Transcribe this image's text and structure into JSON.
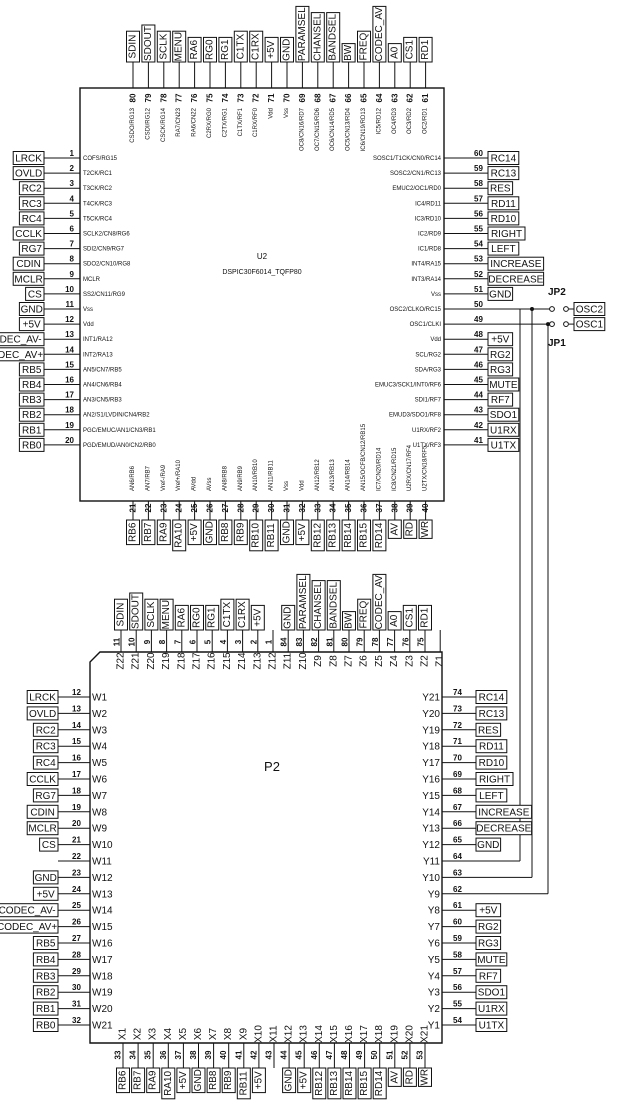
{
  "u2": {
    "refdes": "U2",
    "part": "DSPIC30F6014_TQFP80",
    "top": [
      {
        "pin": "80",
        "name": "CSDO/RG13",
        "tag": "SDIN"
      },
      {
        "pin": "79",
        "name": "CSDI/RG12",
        "tag": "SDOUT"
      },
      {
        "pin": "78",
        "name": "CSCK/RG14",
        "tag": "SCLK"
      },
      {
        "pin": "77",
        "name": "RA7/CN23",
        "tag": "MENU"
      },
      {
        "pin": "76",
        "name": "RA6/CN22",
        "tag": "RA6"
      },
      {
        "pin": "75",
        "name": "C2RX/RG0",
        "tag": "RG0"
      },
      {
        "pin": "74",
        "name": "C2TX/RG1",
        "tag": "RG1"
      },
      {
        "pin": "73",
        "name": "C1TX/RF1",
        "tag": "C1TX"
      },
      {
        "pin": "72",
        "name": "C1RX/RF0",
        "tag": "C1RX"
      },
      {
        "pin": "71",
        "name": "Vdd",
        "tag": "+5V"
      },
      {
        "pin": "70",
        "name": "Vss",
        "tag": "GND"
      },
      {
        "pin": "69",
        "name": "OC8/CN16/RD7",
        "tag": "PARAMSEL"
      },
      {
        "pin": "68",
        "name": "OC7/CN15/RD6",
        "tag": "CHANSEL"
      },
      {
        "pin": "67",
        "name": "OC6/CN14/RD5",
        "tag": "BANDSEL"
      },
      {
        "pin": "66",
        "name": "OC5/CN13/RD4",
        "tag": "BW"
      },
      {
        "pin": "65",
        "name": "IC6/CN19/RD13",
        "tag": "FREQ"
      },
      {
        "pin": "64",
        "name": "IC5/RD12",
        "tag": "CODEC_AV"
      },
      {
        "pin": "63",
        "name": "OC4/RD3",
        "tag": "A0"
      },
      {
        "pin": "62",
        "name": "OC3/RD2",
        "tag": "CS1"
      },
      {
        "pin": "61",
        "name": "OC2/RD1",
        "tag": "RD1"
      }
    ],
    "left": [
      {
        "pin": "1",
        "name": "COFS/RG15",
        "tag": "LRCK"
      },
      {
        "pin": "2",
        "name": "T2CK/RC1",
        "tag": "OVLD"
      },
      {
        "pin": "3",
        "name": "T3CK/RC2",
        "tag": "RC2"
      },
      {
        "pin": "4",
        "name": "T4CK/RC3",
        "tag": "RC3"
      },
      {
        "pin": "5",
        "name": "T5CK/RC4",
        "tag": "RC4"
      },
      {
        "pin": "6",
        "name": "SCLK2/CN8/RG6",
        "tag": "CCLK"
      },
      {
        "pin": "7",
        "name": "SDI2/CN9/RG7",
        "tag": "RG7"
      },
      {
        "pin": "8",
        "name": "SDO2/CN10/RG8",
        "tag": "CDIN"
      },
      {
        "pin": "9",
        "name": "MCLR",
        "tag": "MCLR"
      },
      {
        "pin": "10",
        "name": "SS2/CN11/RG9",
        "tag": "CS"
      },
      {
        "pin": "11",
        "name": "Vss",
        "tag": "GND"
      },
      {
        "pin": "12",
        "name": "Vdd",
        "tag": "+5V"
      },
      {
        "pin": "13",
        "name": "INT1/RA12",
        "tag": "CODEC_AV-"
      },
      {
        "pin": "14",
        "name": "INT2/RA13",
        "tag": "CODEC_AV+"
      },
      {
        "pin": "15",
        "name": "AN5/CN7/RB5",
        "tag": "RB5"
      },
      {
        "pin": "16",
        "name": "AN4/CN6/RB4",
        "tag": "RB4"
      },
      {
        "pin": "17",
        "name": "AN3/CN5/RB3",
        "tag": "RB3"
      },
      {
        "pin": "18",
        "name": "AN2/S1/LVDIN/CN4/RB2",
        "tag": "RB2"
      },
      {
        "pin": "19",
        "name": "PGC/EMUC/AN1/CN3/RB1",
        "tag": "RB1"
      },
      {
        "pin": "20",
        "name": "PGD/EMUD/AN0/CN2/RB0",
        "tag": "RB0"
      }
    ],
    "right": [
      {
        "pin": "60",
        "name": "SOSC1/T1CK/CN0/RC14",
        "tag": "RC14"
      },
      {
        "pin": "59",
        "name": "SOSC2/CN1/RC13",
        "tag": "RC13"
      },
      {
        "pin": "58",
        "name": "EMUC2/OC1/RD0",
        "tag": "RES"
      },
      {
        "pin": "57",
        "name": "IC4/RD11",
        "tag": "RD11"
      },
      {
        "pin": "56",
        "name": "IC3/RD10",
        "tag": "RD10"
      },
      {
        "pin": "55",
        "name": "IC2/RD9",
        "tag": "RIGHT"
      },
      {
        "pin": "54",
        "name": "IC1/RD8",
        "tag": "LEFT"
      },
      {
        "pin": "53",
        "name": "INT4/RA15",
        "tag": "INCREASE"
      },
      {
        "pin": "52",
        "name": "INT3/RA14",
        "tag": "DECREASE"
      },
      {
        "pin": "51",
        "name": "Vss",
        "tag": "GND"
      },
      {
        "pin": "50",
        "name": "OSC2/CLKO/RC15",
        "tag": ""
      },
      {
        "pin": "49",
        "name": "OSC1/CLKI",
        "tag": ""
      },
      {
        "pin": "48",
        "name": "Vdd",
        "tag": "+5V"
      },
      {
        "pin": "47",
        "name": "SCL/RG2",
        "tag": "RG2"
      },
      {
        "pin": "46",
        "name": "SDA/RG3",
        "tag": "RG3"
      },
      {
        "pin": "45",
        "name": "EMUC3/SCK1/INT0/RF6",
        "tag": "MUTE"
      },
      {
        "pin": "44",
        "name": "SDI1/RF7",
        "tag": "RF7"
      },
      {
        "pin": "43",
        "name": "EMUD3/SDO1/RF8",
        "tag": "SDO1"
      },
      {
        "pin": "42",
        "name": "U1RX/RF2",
        "tag": "U1RX"
      },
      {
        "pin": "41",
        "name": "U1TX/RF3",
        "tag": "U1TX"
      }
    ],
    "bottom": [
      {
        "pin": "21",
        "name": "AN6/RB6",
        "tag": "RB6"
      },
      {
        "pin": "22",
        "name": "AN7/RB7",
        "tag": "RB7"
      },
      {
        "pin": "23",
        "name": "Vref-/RA9",
        "tag": "RA9"
      },
      {
        "pin": "24",
        "name": "Vref+/RA10",
        "tag": "RA10"
      },
      {
        "pin": "25",
        "name": "AVdd",
        "tag": "+5V"
      },
      {
        "pin": "26",
        "name": "AVss",
        "tag": "GND"
      },
      {
        "pin": "27",
        "name": "AN8/RB8",
        "tag": "RB8"
      },
      {
        "pin": "28",
        "name": "AN9/RB9",
        "tag": "RB9"
      },
      {
        "pin": "29",
        "name": "AN10/RB10",
        "tag": "RB10"
      },
      {
        "pin": "30",
        "name": "AN11/RB11",
        "tag": "RB11"
      },
      {
        "pin": "31",
        "name": "Vss",
        "tag": "GND"
      },
      {
        "pin": "32",
        "name": "Vdd",
        "tag": "+5V"
      },
      {
        "pin": "33",
        "name": "AN12/RB12",
        "tag": "RB12"
      },
      {
        "pin": "34",
        "name": "AN13/RB13",
        "tag": "RB13"
      },
      {
        "pin": "35",
        "name": "AN14/RB14",
        "tag": "RB14"
      },
      {
        "pin": "36",
        "name": "AN15/OCFB/CN12/RB15",
        "tag": "RB15"
      },
      {
        "pin": "37",
        "name": "IC7/CN20/RD14",
        "tag": "RD14"
      },
      {
        "pin": "38",
        "name": "IC8/CN21/RD15",
        "tag": "AV"
      },
      {
        "pin": "39",
        "name": "U2RX/CN17/RF4",
        "tag": "RD"
      },
      {
        "pin": "40",
        "name": "U2TX/CN18/RF5",
        "tag": "WR"
      }
    ]
  },
  "jumpers": {
    "jp2": {
      "label": "JP2",
      "net": "OSC2"
    },
    "jp1": {
      "label": "JP1",
      "net": "OSC1"
    }
  },
  "p2": {
    "refdes": "P2",
    "top": [
      {
        "pin": "11",
        "name": "Z22",
        "tag": "SDIN"
      },
      {
        "pin": "10",
        "name": "Z21",
        "tag": "SDOUT"
      },
      {
        "pin": "9",
        "name": "Z20",
        "tag": "SCLK"
      },
      {
        "pin": "8",
        "name": "Z19",
        "tag": "MENU"
      },
      {
        "pin": "7",
        "name": "Z18",
        "tag": "RA6"
      },
      {
        "pin": "6",
        "name": "Z17",
        "tag": "RG0"
      },
      {
        "pin": "5",
        "name": "Z16",
        "tag": "RG1"
      },
      {
        "pin": "4",
        "name": "Z15",
        "tag": "C1TX"
      },
      {
        "pin": "3",
        "name": "Z14",
        "tag": "C1RX"
      },
      {
        "pin": "2",
        "name": "Z13",
        "tag": "+5V"
      },
      {
        "pin": "1",
        "name": "Z12",
        "tag": ""
      },
      {
        "pin": "84",
        "name": "Z11",
        "tag": "GND"
      },
      {
        "pin": "83",
        "name": "Z10",
        "tag": "PARAMSEL"
      },
      {
        "pin": "82",
        "name": "Z9",
        "tag": "CHANSEL"
      },
      {
        "pin": "81",
        "name": "Z8",
        "tag": "BANDSEL"
      },
      {
        "pin": "80",
        "name": "Z7",
        "tag": "BW"
      },
      {
        "pin": "79",
        "name": "Z6",
        "tag": "FREQ"
      },
      {
        "pin": "78",
        "name": "Z5",
        "tag": "CODEC_AV"
      },
      {
        "pin": "77",
        "name": "Z4",
        "tag": "A0"
      },
      {
        "pin": "76",
        "name": "Z3",
        "tag": "CS1"
      },
      {
        "pin": "75",
        "name": "Z2",
        "tag": "RD1"
      },
      {
        "pin": "",
        "name": "Z1",
        "tag": ""
      }
    ],
    "left": [
      {
        "pin": "12",
        "name": "W1",
        "tag": "LRCK"
      },
      {
        "pin": "13",
        "name": "W2",
        "tag": "OVLD"
      },
      {
        "pin": "14",
        "name": "W3",
        "tag": "RC2"
      },
      {
        "pin": "15",
        "name": "W4",
        "tag": "RC3"
      },
      {
        "pin": "16",
        "name": "W5",
        "tag": "RC4"
      },
      {
        "pin": "17",
        "name": "W6",
        "tag": "CCLK"
      },
      {
        "pin": "18",
        "name": "W7",
        "tag": "RG7"
      },
      {
        "pin": "19",
        "name": "W8",
        "tag": "CDIN"
      },
      {
        "pin": "20",
        "name": "W9",
        "tag": "MCLR"
      },
      {
        "pin": "21",
        "name": "W10",
        "tag": "CS"
      },
      {
        "pin": "22",
        "name": "W11",
        "tag": ""
      },
      {
        "pin": "23",
        "name": "W12",
        "tag": "GND"
      },
      {
        "pin": "24",
        "name": "W13",
        "tag": "+5V"
      },
      {
        "pin": "25",
        "name": "W14",
        "tag": "CODEC_AV-"
      },
      {
        "pin": "26",
        "name": "W15",
        "tag": "CODEC_AV+"
      },
      {
        "pin": "27",
        "name": "W16",
        "tag": "RB5"
      },
      {
        "pin": "28",
        "name": "W17",
        "tag": "RB4"
      },
      {
        "pin": "29",
        "name": "W18",
        "tag": "RB3"
      },
      {
        "pin": "30",
        "name": "W19",
        "tag": "RB2"
      },
      {
        "pin": "31",
        "name": "W20",
        "tag": "RB1"
      },
      {
        "pin": "32",
        "name": "W21",
        "tag": "RB0"
      }
    ],
    "right": [
      {
        "pin": "74",
        "name": "Y21",
        "tag": "RC14"
      },
      {
        "pin": "73",
        "name": "Y20",
        "tag": "RC13"
      },
      {
        "pin": "72",
        "name": "Y19",
        "tag": "RES"
      },
      {
        "pin": "71",
        "name": "Y18",
        "tag": "RD11"
      },
      {
        "pin": "70",
        "name": "Y17",
        "tag": "RD10"
      },
      {
        "pin": "69",
        "name": "Y16",
        "tag": "RIGHT"
      },
      {
        "pin": "68",
        "name": "Y15",
        "tag": "LEFT"
      },
      {
        "pin": "67",
        "name": "Y14",
        "tag": "INCREASE"
      },
      {
        "pin": "66",
        "name": "Y13",
        "tag": "DECREASE"
      },
      {
        "pin": "65",
        "name": "Y12",
        "tag": "GND"
      },
      {
        "pin": "64",
        "name": "Y11",
        "tag": ""
      },
      {
        "pin": "63",
        "name": "Y10",
        "tag": ""
      },
      {
        "pin": "62",
        "name": "Y9",
        "tag": ""
      },
      {
        "pin": "61",
        "name": "Y8",
        "tag": "+5V"
      },
      {
        "pin": "60",
        "name": "Y7",
        "tag": "RG2"
      },
      {
        "pin": "59",
        "name": "Y6",
        "tag": "RG3"
      },
      {
        "pin": "58",
        "name": "Y5",
        "tag": "MUTE"
      },
      {
        "pin": "57",
        "name": "Y4",
        "tag": "RF7"
      },
      {
        "pin": "56",
        "name": "Y3",
        "tag": "SDO1"
      },
      {
        "pin": "55",
        "name": "Y2",
        "tag": "U1RX"
      },
      {
        "pin": "54",
        "name": "Y1",
        "tag": "U1TX"
      }
    ],
    "bottom": [
      {
        "pin": "33",
        "name": "X1",
        "tag": "RB6"
      },
      {
        "pin": "34",
        "name": "X2",
        "tag": "RB7"
      },
      {
        "pin": "35",
        "name": "X3",
        "tag": "RA9"
      },
      {
        "pin": "36",
        "name": "X4",
        "tag": "RA10"
      },
      {
        "pin": "37",
        "name": "X5",
        "tag": "+5V"
      },
      {
        "pin": "38",
        "name": "X6",
        "tag": "GND"
      },
      {
        "pin": "39",
        "name": "X7",
        "tag": "RB8"
      },
      {
        "pin": "40",
        "name": "X8",
        "tag": "RB9"
      },
      {
        "pin": "41",
        "name": "X9",
        "tag": "RB11"
      },
      {
        "pin": "42",
        "name": "X10",
        "tag": "+5V"
      },
      {
        "pin": "43",
        "name": "X11",
        "tag": ""
      },
      {
        "pin": "44",
        "name": "X12",
        "tag": "GND"
      },
      {
        "pin": "45",
        "name": "X13",
        "tag": "+5V"
      },
      {
        "pin": "46",
        "name": "X14",
        "tag": "RB12"
      },
      {
        "pin": "47",
        "name": "X15",
        "tag": "RB13"
      },
      {
        "pin": "48",
        "name": "X16",
        "tag": "RB14"
      },
      {
        "pin": "49",
        "name": "X17",
        "tag": "RB15"
      },
      {
        "pin": "50",
        "name": "X18",
        "tag": "RD14"
      },
      {
        "pin": "51",
        "name": "X19",
        "tag": "AV"
      },
      {
        "pin": "52",
        "name": "X20",
        "tag": "RD"
      },
      {
        "pin": "53",
        "name": "X21",
        "tag": "WR"
      }
    ]
  }
}
